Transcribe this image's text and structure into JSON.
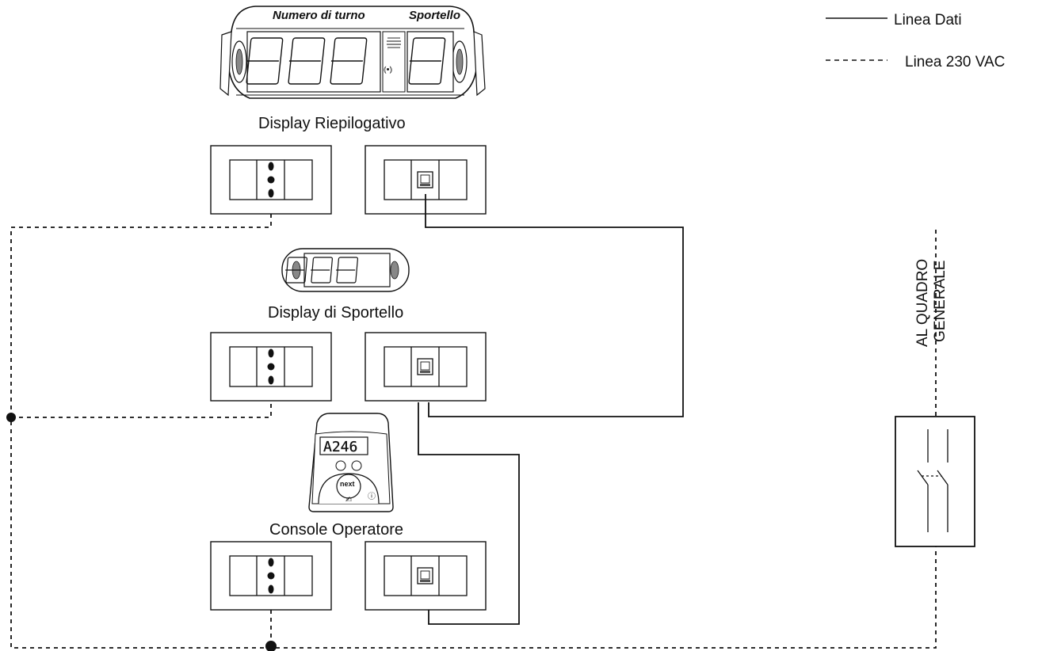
{
  "legend": {
    "data_line_label": "Linea Dati",
    "power_line_label": "Linea 230 VAC"
  },
  "devices": {
    "summary_display": {
      "label": "Display Riepilogativo",
      "left_header": "Numero di turno",
      "right_header": "Sportello"
    },
    "counter_display": {
      "label": "Display di Sportello"
    },
    "operator_console": {
      "label": "Console Operatore",
      "screen_text": "A246",
      "next_button": "next"
    }
  },
  "mains": {
    "label_line1": "AL QUADRO",
    "label_line2": "GENERALE"
  },
  "colors": {
    "line": "#111111",
    "background": "#ffffff"
  }
}
